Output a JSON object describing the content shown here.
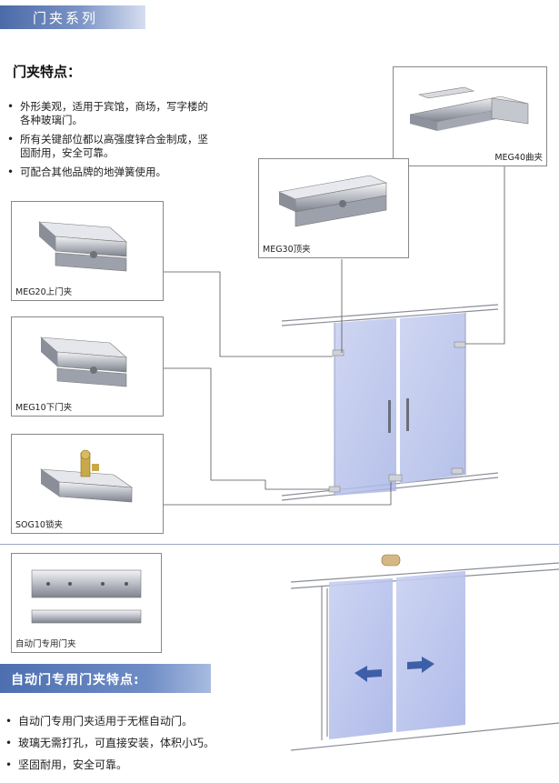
{
  "header": {
    "title": "门夹系列"
  },
  "features": {
    "heading": "门夹特点：",
    "items": [
      "外形美观，适用于宾馆，商场，写字楼的各种玻璃门。",
      "所有关键部位都以高强度锌合金制成，坚固耐用，安全可靠。",
      "可配合其他品牌的地弹簧使用。"
    ]
  },
  "products": {
    "meg40": "MEG40曲夹",
    "meg30": "MEG30顶夹",
    "meg20": "MEG20上门夹",
    "meg10": "MEG10下门夹",
    "sog10": "SOG10锁夹",
    "auto": "自动门专用门夹"
  },
  "auto_section": {
    "heading": "自动门专用门夹特点:",
    "items": [
      "自动门专用门夹适用于无框自动门。",
      "玻璃无需打孔，可直接安装，体积小巧。",
      "坚固耐用，安全可靠。"
    ]
  },
  "colors": {
    "header_blue": "#4a6aa8",
    "glass_blue": "#b8c4ec",
    "frame_gray": "#9aa0aa"
  }
}
